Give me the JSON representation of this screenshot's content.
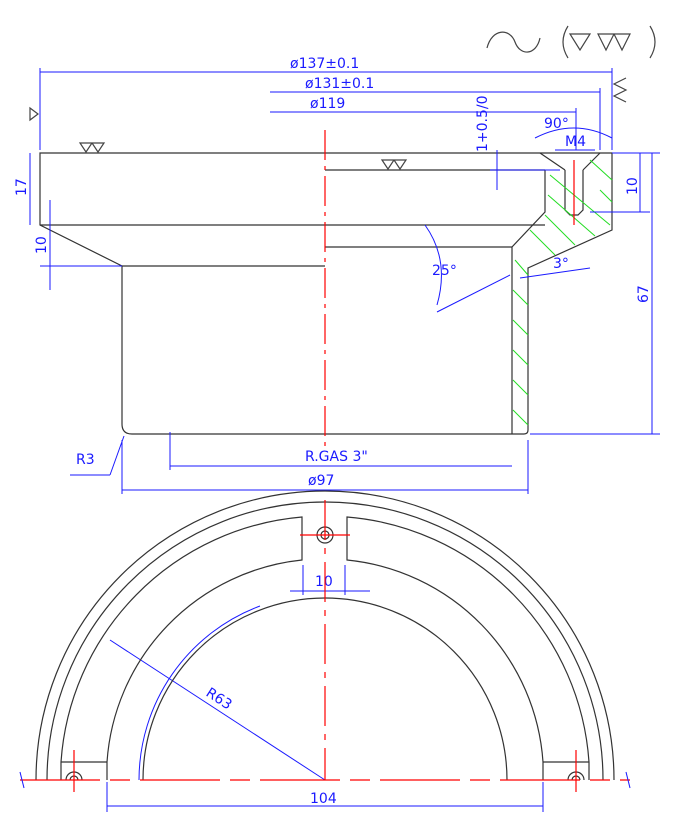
{
  "title_block": {
    "roughness_symbol": "surface-finish-general",
    "roughness_note": "(▽,▽▽)"
  },
  "dimensions": {
    "d137": "ø137±0.1",
    "d131": "ø131±0.1",
    "d119": "ø119",
    "angle90": "90°",
    "thread": "M4",
    "tol": "1+0.5/0",
    "h17": "17",
    "h10_left": "10",
    "h10_right": "10",
    "angle25": "25°",
    "angle3": "3°",
    "h67": "67",
    "fillet": "R3",
    "thread_gas": "R.GAS 3\"",
    "d97": "ø97",
    "slot10": "10",
    "r63": "R63",
    "w104": "104"
  },
  "colors": {
    "outline": "#333333",
    "dimension": "#1a1aff",
    "centerline": "#ff0000",
    "hatch": "#22dd22"
  }
}
